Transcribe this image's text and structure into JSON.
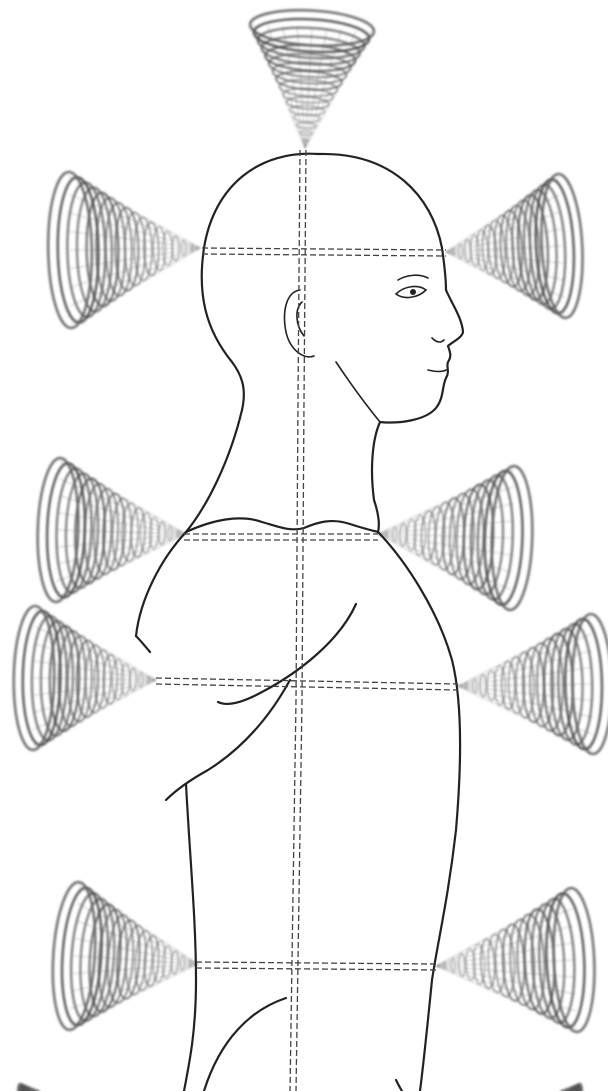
{
  "figure": {
    "subject": "human-profile",
    "vortex_icons": [
      {
        "name": "vortex-crown",
        "orientation": "down"
      },
      {
        "name": "vortex-head-left",
        "orientation": "right"
      },
      {
        "name": "vortex-head-right",
        "orientation": "left"
      },
      {
        "name": "vortex-throat-left",
        "orientation": "right"
      },
      {
        "name": "vortex-throat-right",
        "orientation": "left"
      },
      {
        "name": "vortex-heart-left",
        "orientation": "right"
      },
      {
        "name": "vortex-heart-right",
        "orientation": "left"
      },
      {
        "name": "vortex-solar-left",
        "orientation": "right"
      },
      {
        "name": "vortex-solar-right",
        "orientation": "left"
      },
      {
        "name": "vortex-base-left",
        "orientation": "right"
      },
      {
        "name": "vortex-base-right",
        "orientation": "left"
      }
    ],
    "colors": {
      "line": "#222222",
      "vortex": "#5a5a5a",
      "background": "#ffffff"
    }
  }
}
